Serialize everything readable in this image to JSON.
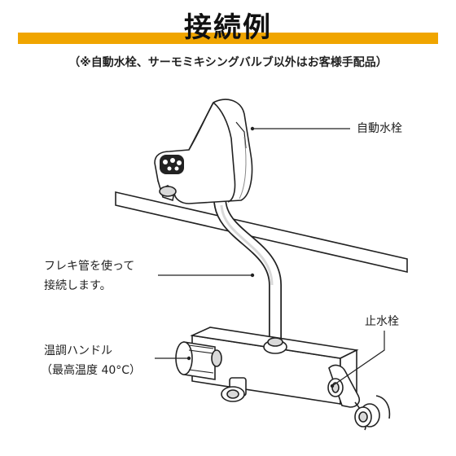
{
  "header": {
    "title": "接続例",
    "note": "（※自動水栓、サーモミキシングバルブ以外はお客様手配品）"
  },
  "labels": {
    "auto_faucet": "自動水栓",
    "flex_tube_line1": "フレキ管を使って",
    "flex_tube_line2": "接続します。",
    "stop_valve": "止水栓",
    "temp_handle_line1": "温調ハンドル",
    "temp_handle_line2": "（最高温度 40°C）"
  },
  "colors": {
    "accent_bar": "#f0a500",
    "line": "#222222",
    "fill": "#ffffff",
    "shade": "#d9d9d9"
  }
}
